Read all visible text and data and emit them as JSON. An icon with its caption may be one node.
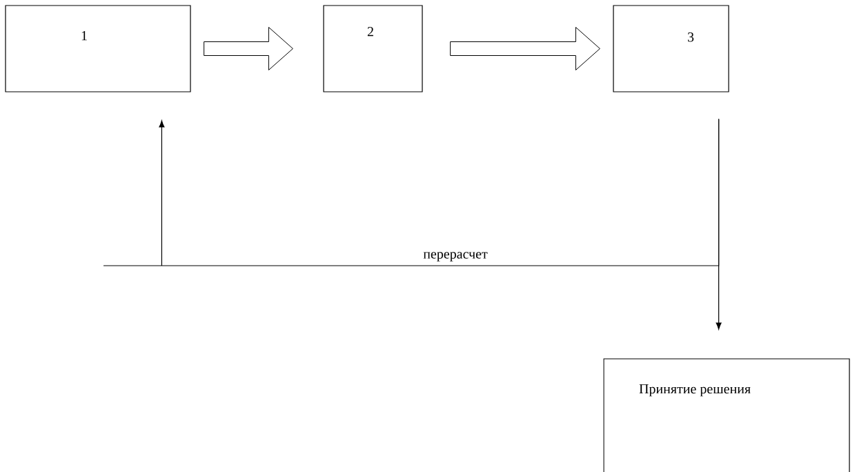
{
  "diagram": {
    "nodes": [
      {
        "text": [
          "1"
        ]
      },
      {
        "text": [
          "2"
        ]
      },
      {
        "text": [
          "3"
        ]
      },
      {
        "text": [
          "Принятие решения"
        ]
      }
    ],
    "edges": [
      {
        "from": 0,
        "to": 1,
        "arrow": "to"
      },
      {
        "from": 1,
        "to": 2,
        "arrow": "to"
      },
      {
        "from": 2,
        "to": 0,
        "arrow": "to",
        "label": "перерасчет"
      },
      {
        "from": 2,
        "to": 3,
        "arrow": "to"
      }
    ]
  }
}
